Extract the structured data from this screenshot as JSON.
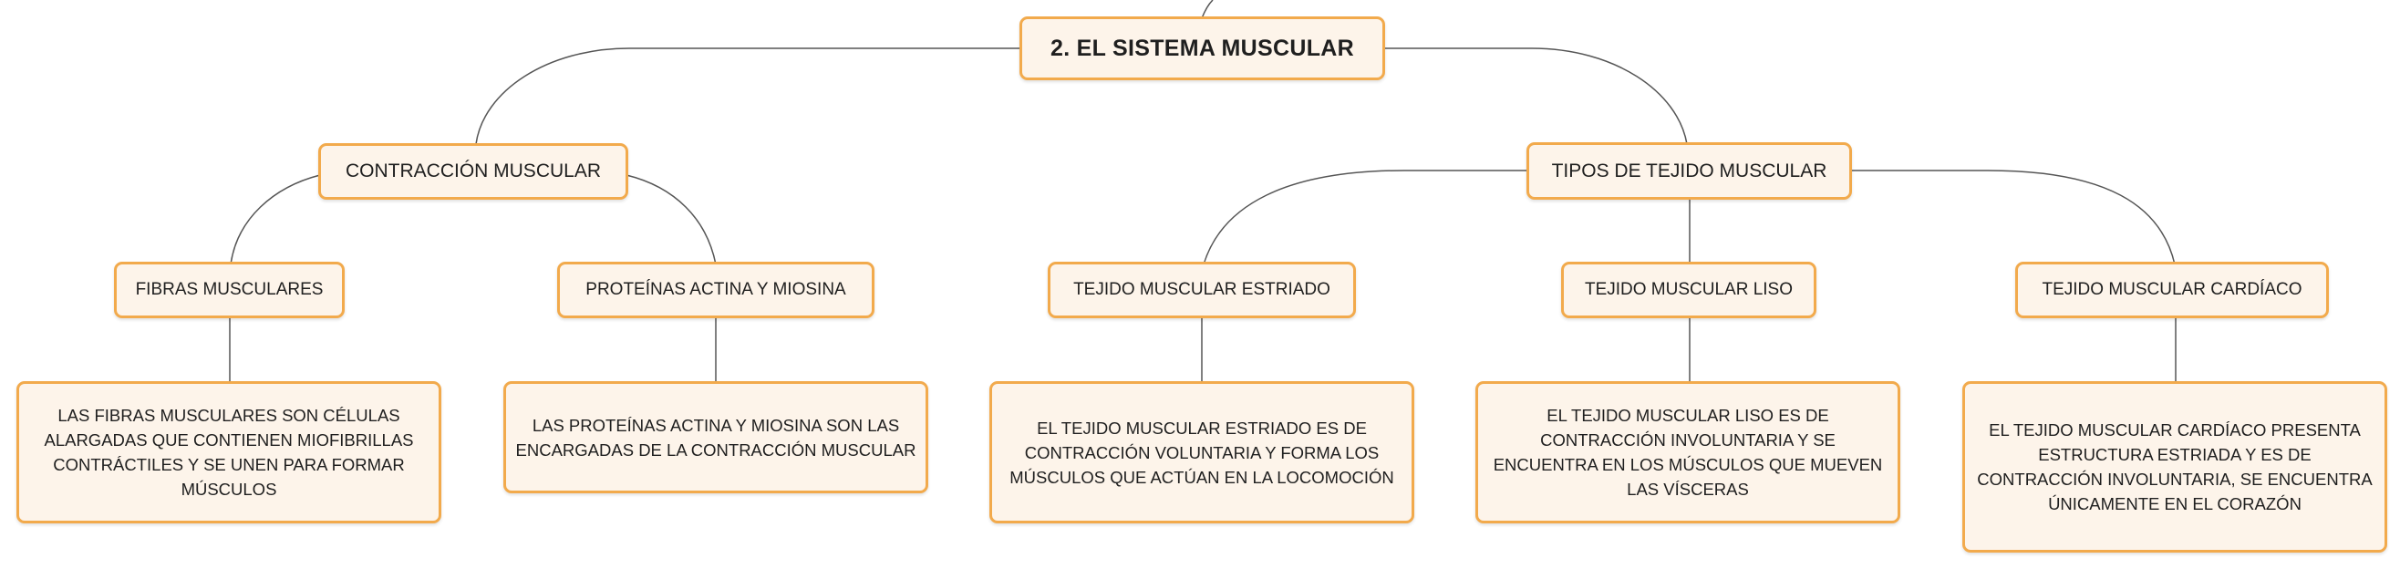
{
  "root": {
    "label": "2. EL SISTEMA MUSCULAR"
  },
  "branches": [
    {
      "label": "CONTRACCIÓN MUSCULAR",
      "children": [
        {
          "label": "FIBRAS MUSCULARES",
          "description": "LAS FIBRAS MUSCULARES SON CÉLULAS ALARGADAS QUE CONTIENEN MIOFIBRILLAS CONTRÁCTILES Y SE UNEN PARA FORMAR MÚSCULOS"
        },
        {
          "label": "PROTEÍNAS ACTINA Y MIOSINA",
          "description": "LAS PROTEÍNAS ACTINA Y MIOSINA SON LAS ENCARGADAS DE LA CONTRACCIÓN MUSCULAR"
        }
      ]
    },
    {
      "label": "TIPOS DE TEJIDO MUSCULAR",
      "children": [
        {
          "label": "TEJIDO MUSCULAR ESTRIADO",
          "description": "EL TEJIDO MUSCULAR ESTRIADO ES DE CONTRACCIÓN VOLUNTARIA Y FORMA LOS MÚSCULOS QUE ACTÚAN EN LA LOCOMOCIÓN"
        },
        {
          "label": "TEJIDO MUSCULAR LISO",
          "description": "EL TEJIDO MUSCULAR LISO ES DE CONTRACCIÓN INVOLUNTARIA Y SE ENCUENTRA EN LOS MÚSCULOS QUE MUEVEN LAS VÍSCERAS"
        },
        {
          "label": "TEJIDO MUSCULAR CARDÍACO",
          "description": "EL TEJIDO MUSCULAR CARDÍACO PRESENTA ESTRUCTURA ESTRIADA Y ES DE CONTRACCIÓN INVOLUNTARIA, SE ENCUENTRA ÚNICAMENTE EN EL CORAZÓN"
        }
      ]
    }
  ],
  "colors": {
    "node_fill": "#fdf4ea",
    "node_border": "#f2aa4c",
    "connector": "#555555",
    "text": "#1f1f1f"
  }
}
